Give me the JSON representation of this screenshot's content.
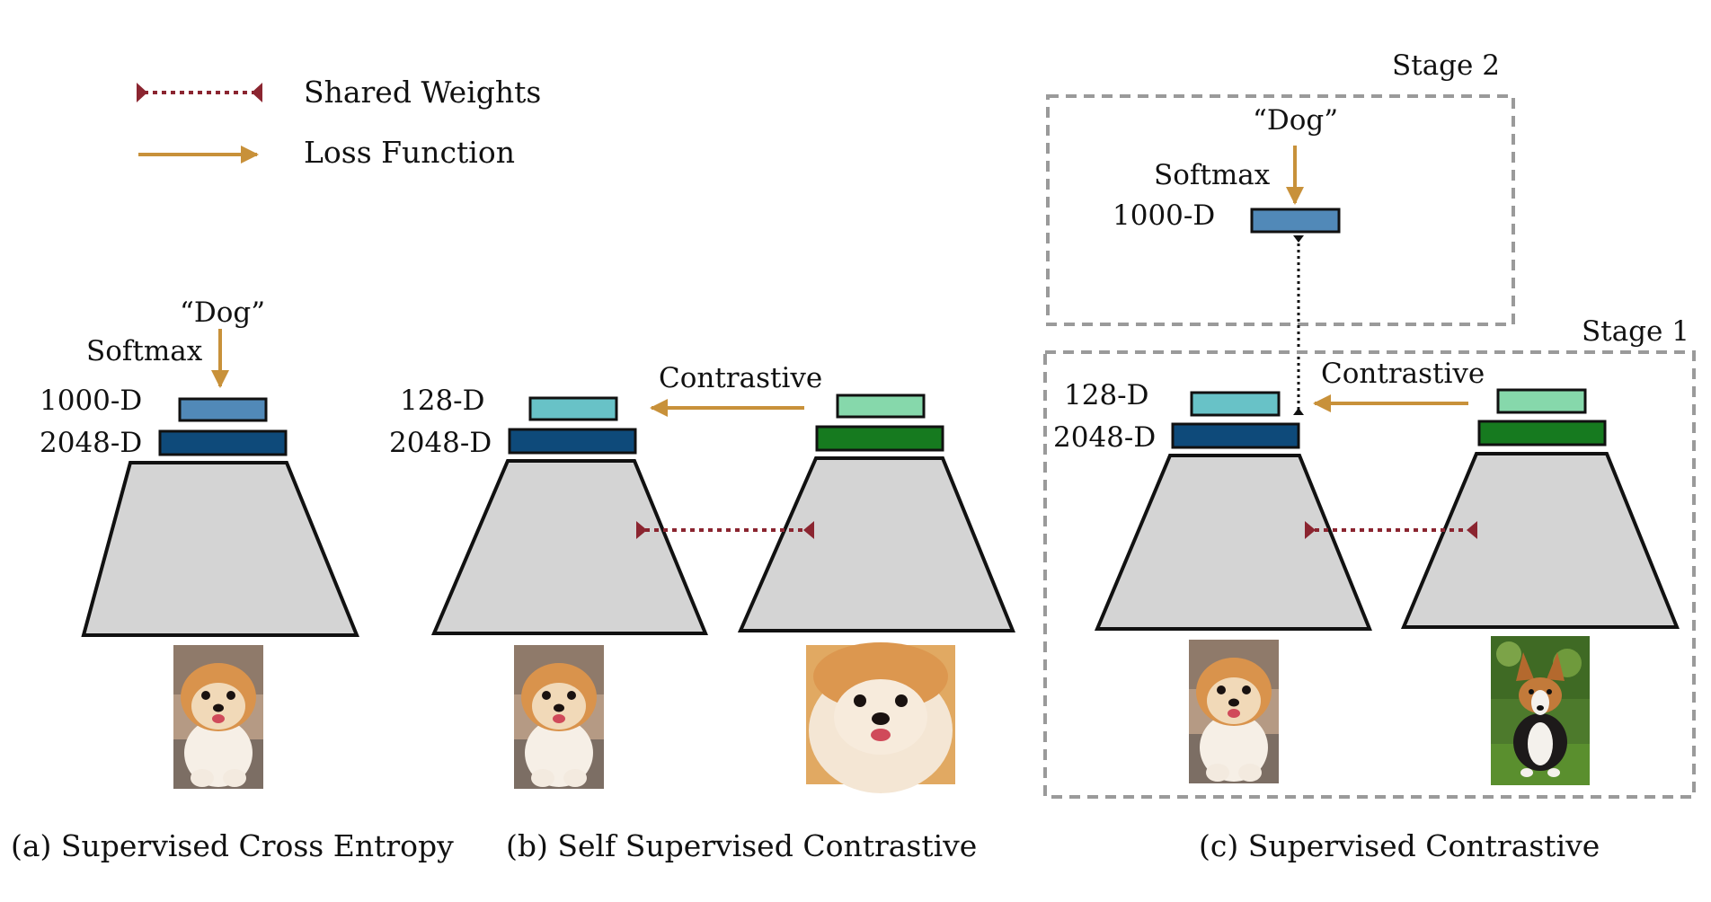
{
  "legend": {
    "shared_weights": "Shared Weights",
    "loss_function": "Loss Function"
  },
  "panel_a": {
    "class_label": "“Dog”",
    "softmax": "Softmax",
    "dim_1000": "1000-D",
    "dim_2048": "2048-D",
    "caption": "(a) Supervised Cross Entropy"
  },
  "panel_b": {
    "dim_128": "128-D",
    "dim_2048": "2048-D",
    "contrastive": "Contrastive",
    "caption": "(b) Self Supervised Contrastive"
  },
  "panel_c": {
    "stage2": "Stage 2",
    "stage1": "Stage 1",
    "class_label": "“Dog”",
    "softmax": "Softmax",
    "dim_1000": "1000-D",
    "dim_128": "128-D",
    "dim_2048": "2048-D",
    "contrastive": "Contrastive",
    "caption": "(c) Supervised Contrastive"
  },
  "colors": {
    "encoder_fill": "#d4d4d4",
    "shared_weights": "#8b2530",
    "loss_arrow": "#c8913a",
    "box_1000": "#5189b8",
    "box_2048": "#0e4a7a",
    "box_128": "#68c2c7",
    "box_128_alt": "#86d8ab",
    "box_2048_alt": "#167a1f",
    "stage_border": "#9a9a9a"
  },
  "icons": {
    "pomeranian": "pomeranian-photo",
    "pomeranian_crop": "pomeranian-closeup-photo",
    "corgi": "corgi-photo"
  }
}
